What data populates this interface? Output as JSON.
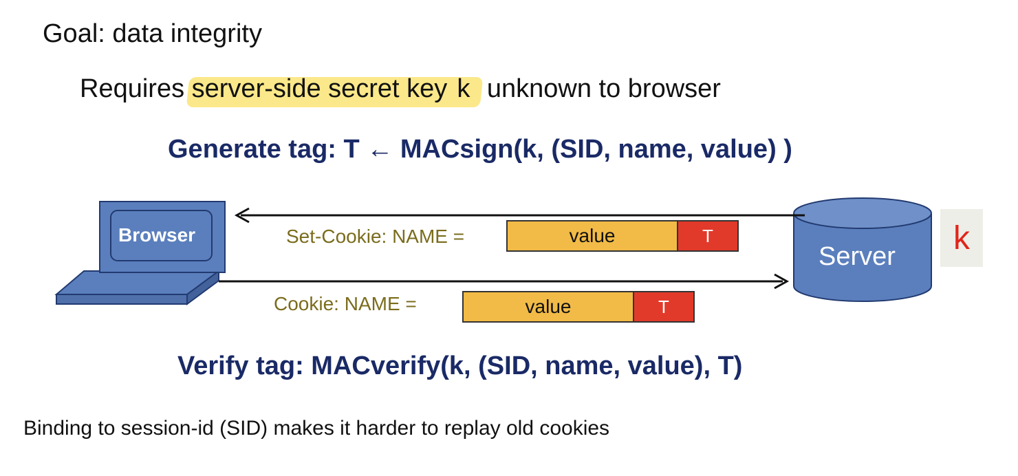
{
  "goal": "Goal:  data integrity",
  "requires": {
    "prefix": "Requires",
    "highlight": "server-side secret key",
    "key_letter": "k",
    "suffix": "unknown to browser"
  },
  "generate": "Generate tag:   T ←  MACsign(k,   (SID, name, value) )",
  "verify": "Verify tag:   MACverify(k,   (SID, name, value),   T)",
  "binding": "Binding to session-id (SID) makes it harder to replay old cookies",
  "browser_label": "Browser",
  "server_label": "Server",
  "key_label": "k",
  "set_cookie": {
    "label": "Set-Cookie:  NAME =",
    "value": "value",
    "tag": "T"
  },
  "cookie": {
    "label": "Cookie:   NAME =",
    "value": "value",
    "tag": "T"
  },
  "colors": {
    "heading_blue": "#1a2a66",
    "node_fill": "#5b7fbd",
    "node_stroke": "#223a70",
    "value_fill": "#f2bb47",
    "tag_fill": "#e23a2a",
    "label_olive": "#7a6c1c",
    "key_red": "#e0261a",
    "highlight": "#fbe88a"
  }
}
